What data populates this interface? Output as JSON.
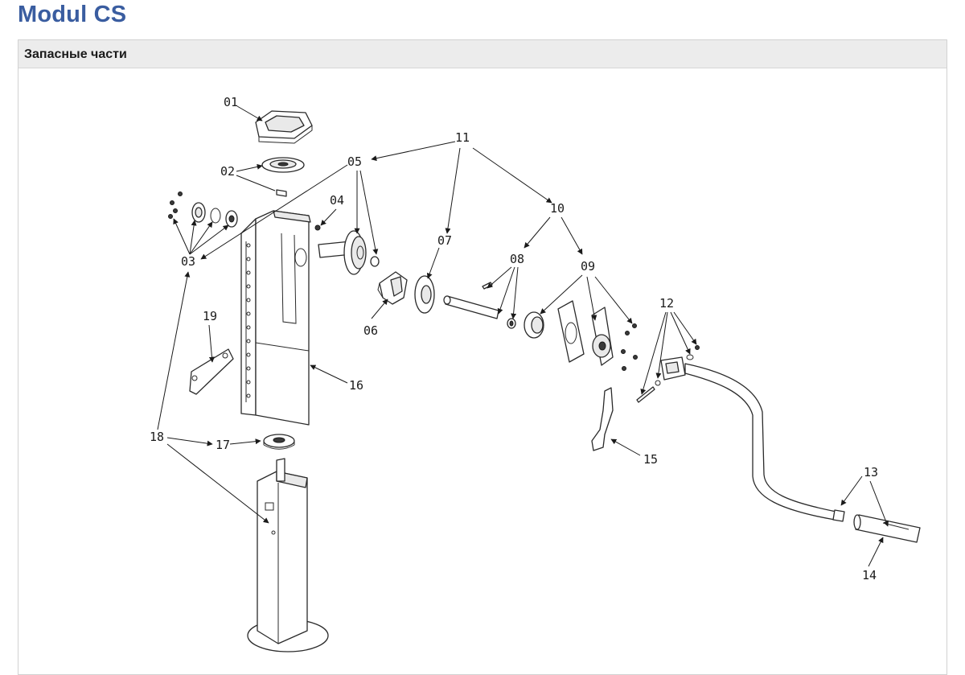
{
  "page": {
    "title": "Modul CS"
  },
  "panel": {
    "header": "Запасные части"
  },
  "diagram": {
    "callouts": [
      "01",
      "02",
      "03",
      "04",
      "05",
      "06",
      "07",
      "08",
      "09",
      "10",
      "11",
      "12",
      "13",
      "14",
      "15",
      "16",
      "17",
      "18",
      "19"
    ]
  },
  "colors": {
    "title": "#3a5da0",
    "header_bg": "#ececec",
    "line": "#1a1a1a"
  }
}
